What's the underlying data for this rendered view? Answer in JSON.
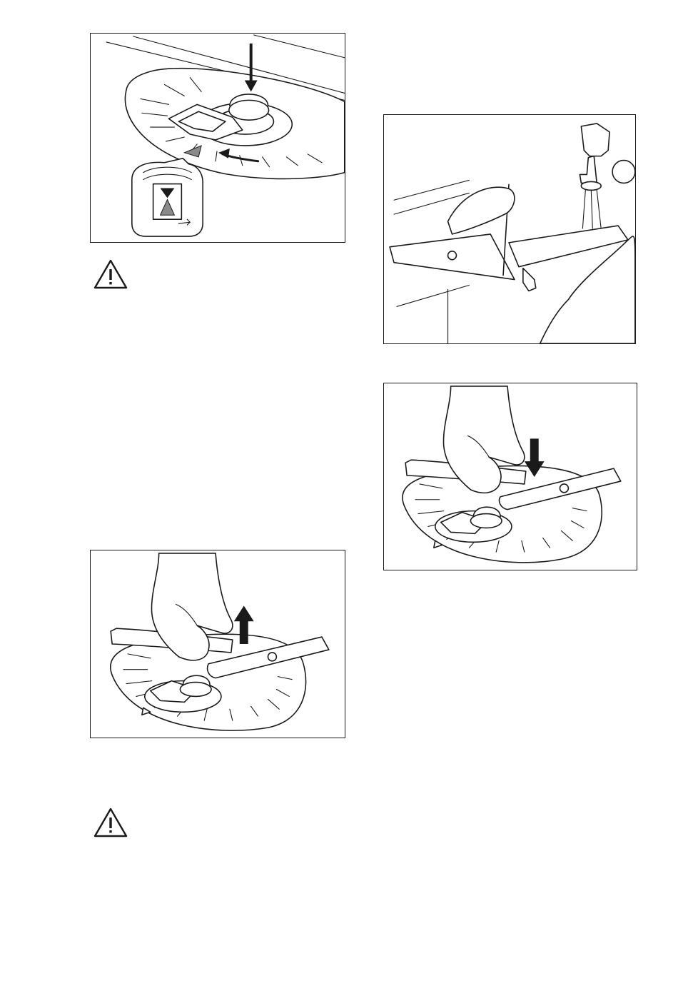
{
  "page": {
    "figures": [
      {
        "id": "fig-filter-lock",
        "kind": "illustration"
      },
      {
        "id": "fig-lift-spray-arm",
        "kind": "illustration"
      },
      {
        "id": "fig-clean-spray-arm",
        "kind": "illustration"
      },
      {
        "id": "fig-install-spray-arm",
        "kind": "illustration"
      }
    ],
    "warnings": [
      {
        "icon": "warning-triangle-icon"
      },
      {
        "icon": "warning-triangle-icon"
      }
    ]
  },
  "colors": {
    "line": "#1a1a1a",
    "arrow": "#1a1a1a",
    "marker_gray": "#8a8a8a",
    "background": "#ffffff"
  }
}
